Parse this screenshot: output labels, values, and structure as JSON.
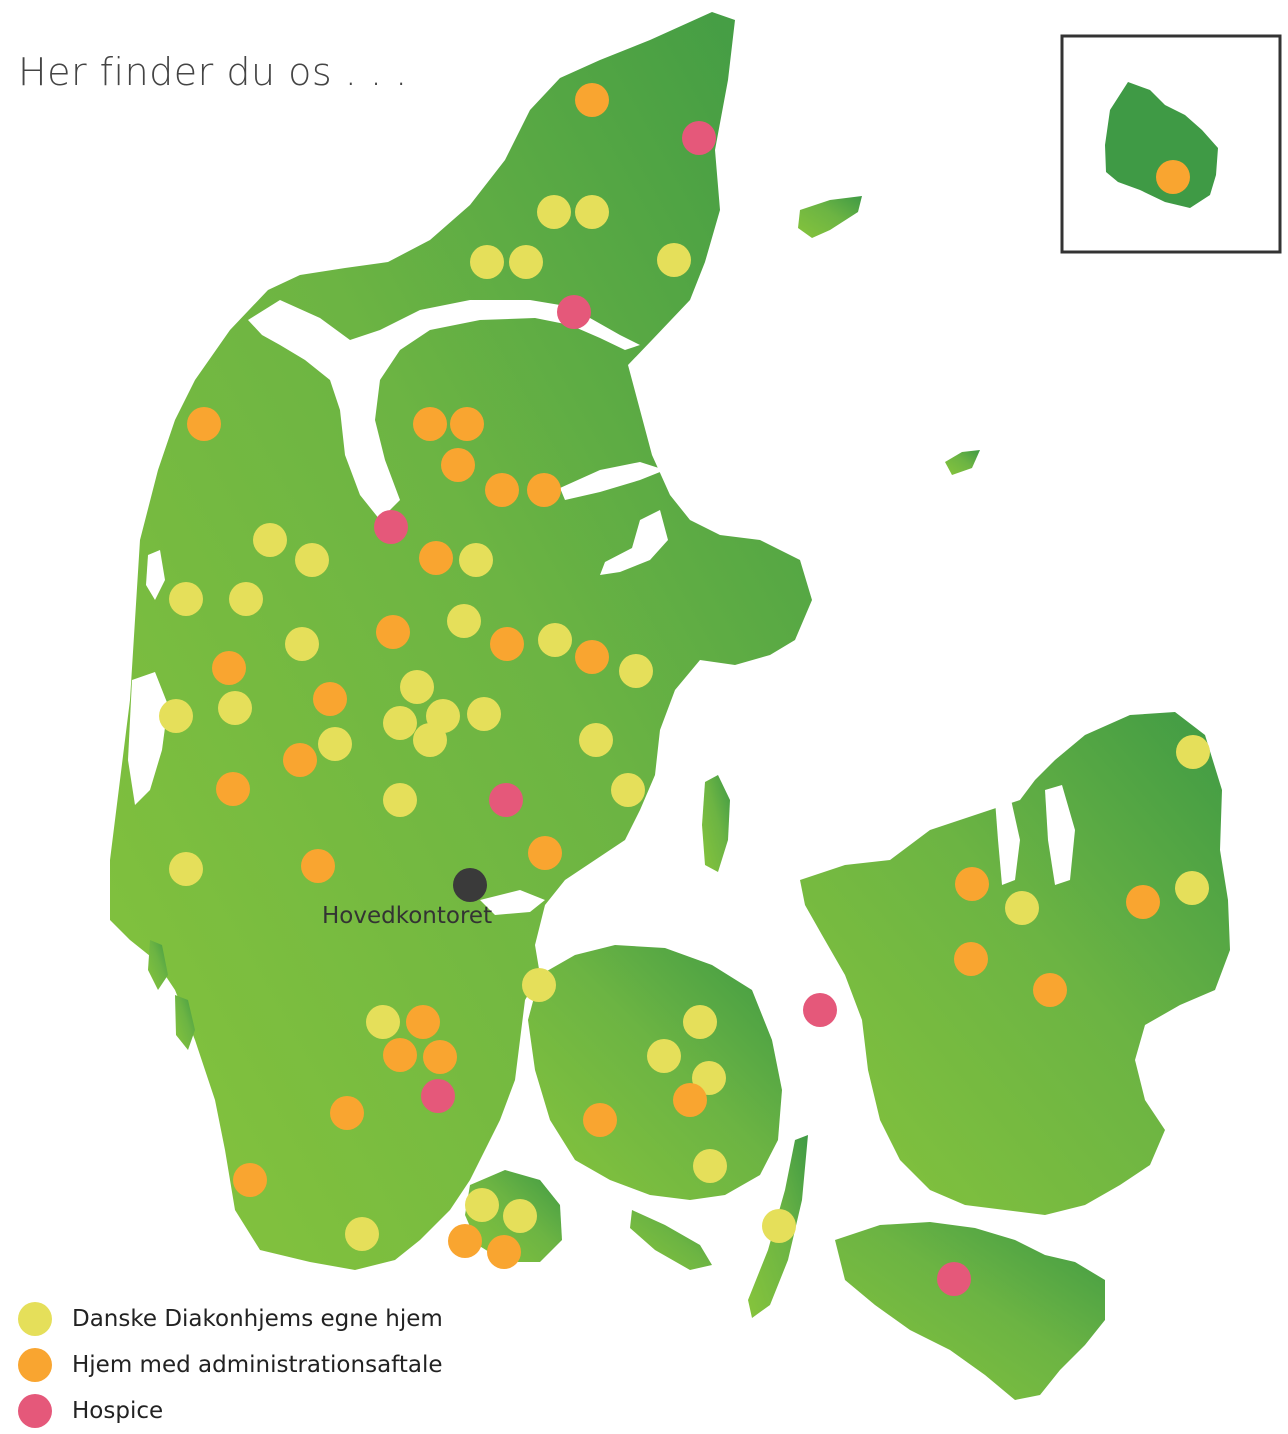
{
  "title": "Her finder du os . . .",
  "colors": {
    "own_homes": "#e5df5a",
    "admin_agreement": "#f9a530",
    "hospice": "#e5587a",
    "headquarters": "#3a3a3a",
    "land_light": "#7dbe3c",
    "land_dark": "#3f9a45"
  },
  "headquarters": {
    "label": "Hovedkontoret"
  },
  "legend": [
    {
      "category": "own_homes",
      "label": "Danske Diakonhjems egne hjem"
    },
    {
      "category": "admin_agreement",
      "label": "Hjem med administrationsaftale"
    },
    {
      "category": "hospice",
      "label": "Hospice"
    }
  ],
  "markers": {
    "own_homes": 39,
    "admin_agreement": 30,
    "hospice": 7
  },
  "inset": {
    "marker_category": "admin_agreement"
  }
}
